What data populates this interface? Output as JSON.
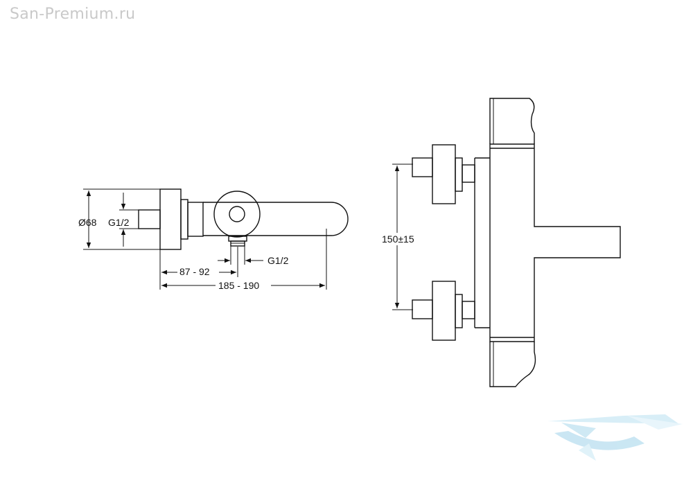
{
  "watermark": {
    "site": "San-Premium.ru",
    "logo_color": "#9fd3ea"
  },
  "side_view": {
    "diameter": "Ø68",
    "inlet_thread": "G1/2",
    "outlet_thread": "G1/2",
    "inlet_distance": "87 - 92",
    "total_depth": "185 - 190"
  },
  "front_view": {
    "inlet_spacing": "150±15"
  }
}
